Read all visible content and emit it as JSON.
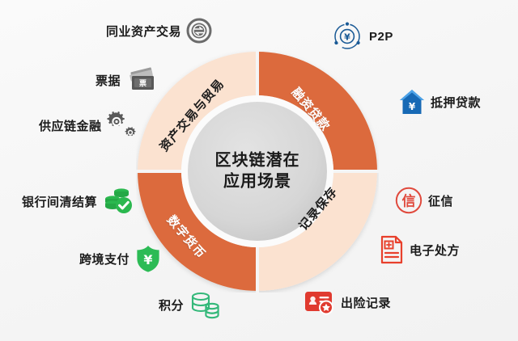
{
  "center": {
    "line1": "区块链潜在",
    "line2": "应用场景"
  },
  "ring": {
    "segments": [
      {
        "id": "asset-trade",
        "label": "资产交易与贸易",
        "color": "#FBE2D0",
        "text_color": "#1d1d1d"
      },
      {
        "id": "financing",
        "label": "融资贷款",
        "color": "#DC6B3C",
        "text_color": "#ffffff"
      },
      {
        "id": "record-keep",
        "label": "记录保存",
        "color": "#FBE2D0",
        "text_color": "#1d1d1d"
      },
      {
        "id": "digital-money",
        "label": "数字货币",
        "color": "#DC6B3C",
        "text_color": "#ffffff"
      }
    ]
  },
  "nodes": {
    "interbank_asset_trade": {
      "label": "同业资产交易",
      "icon": "exchange-circle-icon",
      "color": "#6b6b6b"
    },
    "bills": {
      "label": "票据",
      "icon": "banknote-icon",
      "color": "#5a5a5a",
      "glyph": "票"
    },
    "supply_chain_finance": {
      "label": "供应链金融",
      "icon": "gears-icon",
      "color": "#5a5a5a"
    },
    "p2p": {
      "label": "P2P",
      "icon": "p2p-network-icon",
      "color": "#1a5a96",
      "glyph": "¥"
    },
    "mortgage_loan": {
      "label": "抵押贷款",
      "icon": "house-yuan-icon",
      "color": "#1769b5",
      "glyph": "¥"
    },
    "credit_reporting": {
      "label": "征信",
      "icon": "seal-stamp-icon",
      "color": "#e0493c",
      "glyph": "信"
    },
    "e_prescription": {
      "label": "电子处方",
      "icon": "medical-document-icon",
      "color": "#e8402c"
    },
    "claim_record": {
      "label": "出险记录",
      "icon": "id-card-icon",
      "color": "#e03a2f"
    },
    "interbank_settlement": {
      "label": "银行间清结算",
      "icon": "coins-check-icon",
      "color": "#2bb84f"
    },
    "cross_border_payment": {
      "label": "跨境支付",
      "icon": "shield-yuan-icon",
      "color": "#2cbb55",
      "glyph": "¥"
    },
    "points": {
      "label": "积分",
      "icon": "database-stack-icon",
      "color": "#33b879"
    }
  },
  "colors": {
    "orange_dark": "#DC6B3C",
    "peach_light": "#FBE2D0",
    "center_gray": "#d4d4d4",
    "background": "#f5f5f5"
  }
}
